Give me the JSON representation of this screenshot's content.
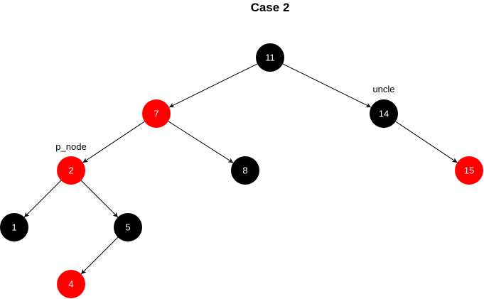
{
  "diagram": {
    "title": "Case 2",
    "colors": {
      "red": "#ff0000",
      "black": "#000000",
      "edge": "#000000",
      "label": "#ffffff"
    },
    "nodes": [
      {
        "id": "n11",
        "label": "11",
        "color": "black"
      },
      {
        "id": "n7",
        "label": "7",
        "color": "red"
      },
      {
        "id": "n14",
        "label": "14",
        "color": "black"
      },
      {
        "id": "n2",
        "label": "2",
        "color": "red"
      },
      {
        "id": "n8",
        "label": "8",
        "color": "black"
      },
      {
        "id": "n15",
        "label": "15",
        "color": "red"
      },
      {
        "id": "n1",
        "label": "1",
        "color": "black"
      },
      {
        "id": "n5",
        "label": "5",
        "color": "black"
      },
      {
        "id": "n4",
        "label": "4",
        "color": "red"
      }
    ],
    "edges": [
      {
        "from": "n11",
        "to": "n7"
      },
      {
        "from": "n11",
        "to": "n14"
      },
      {
        "from": "n7",
        "to": "n2"
      },
      {
        "from": "n7",
        "to": "n8"
      },
      {
        "from": "n14",
        "to": "n15"
      },
      {
        "from": "n2",
        "to": "n1"
      },
      {
        "from": "n2",
        "to": "n5"
      },
      {
        "from": "n5",
        "to": "n4"
      }
    ],
    "annotations": [
      {
        "node": "n14",
        "text": "uncle"
      },
      {
        "node": "n2",
        "text": "p_node"
      }
    ]
  }
}
